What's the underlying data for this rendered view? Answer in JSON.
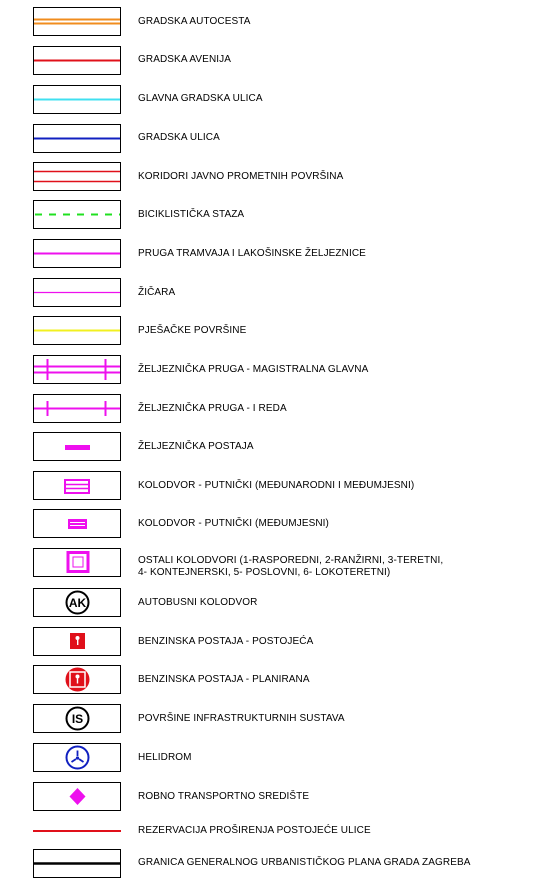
{
  "legend": [
    {
      "id": "gradska-autocesta",
      "label": "GRADSKA AUTOCESTA"
    },
    {
      "id": "gradska-avenija",
      "label": "GRADSKA AVENIJA"
    },
    {
      "id": "glavna-gradska-ulica",
      "label": "GLAVNA GRADSKA ULICA"
    },
    {
      "id": "gradska-ulica",
      "label": "GRADSKA ULICA"
    },
    {
      "id": "koridori",
      "label": "KORIDORI JAVNO PROMETNIH POVRŠINA"
    },
    {
      "id": "biciklisticka-staza",
      "label": "BICIKLISTIČKA STAZA"
    },
    {
      "id": "pruga-tramvaja",
      "label": "PRUGA  TRAMVAJA  I  LAKOŠINSKE  ŽELJEZNICE"
    },
    {
      "id": "zicara",
      "label": "ŽIČARA"
    },
    {
      "id": "pjesacke-povrsine",
      "label": "PJEŠAČKE POVRŠINE"
    },
    {
      "id": "zeljeznicka-pruga-magistralna",
      "label": "ŽELJEZNIČKA PRUGA - MAGISTRALNA GLAVNA"
    },
    {
      "id": "zeljeznicka-pruga-i-reda",
      "label": "ŽELJEZNIČKA PRUGA - I REDA"
    },
    {
      "id": "zeljeznicka-postaja",
      "label": "ŽELJEZNIČKA POSTAJA"
    },
    {
      "id": "kolodvor-putnicki-medunarodni",
      "label": "KOLODVOR - PUTNIČKI (MEĐUNARODNI I MEĐUMJESNI)"
    },
    {
      "id": "kolodvor-putnicki-medumjesni",
      "label": "KOLODVOR - PUTNIČKI (MEĐUMJESNI)"
    },
    {
      "id": "ostali-kolodvori",
      "label": "OSTALI KOLODVORI (1-RASPOREDNI, 2-RANŽIRNI, 3-TERETNI,\n4- KONTEJNERSKI, 5- POSLOVNI, 6- LOKOTERETNI)"
    },
    {
      "id": "autobusni-kolodvor",
      "label": "AUTOBUSNI KOLODVOR",
      "symbol_text": "AK"
    },
    {
      "id": "benzinska-postojeca",
      "label": "BENZINSKA POSTAJA - POSTOJEĆA"
    },
    {
      "id": "benzinska-planirana",
      "label": "BENZINSKA POSTAJA - PLANIRANA"
    },
    {
      "id": "infrastrukturni-sustavi",
      "label": "POVRŠINE INFRASTRUKTURNIH SUSTAVA",
      "symbol_text": "IS"
    },
    {
      "id": "helidrom",
      "label": "HELIDROM"
    },
    {
      "id": "robno-transportno",
      "label": "ROBNO TRANSPORTNO SREDIŠTE"
    },
    {
      "id": "rezervacija",
      "label": "REZERVACIJA PROŠIRENJA POSTOJEĆE ULICE"
    },
    {
      "id": "granica-guo",
      "label": "GRANICA GENERALNOG URBANISTIČKOG PLANA GRADA ZAGREBA"
    }
  ],
  "colors": {
    "orange": "#f08c1e",
    "red": "#e0101a",
    "cyan": "#40e0f0",
    "blue": "#1020c0",
    "green": "#20e020",
    "magenta": "#ee10ee",
    "yellow": "#f2f020",
    "black": "#000000",
    "white": "#ffffff"
  }
}
